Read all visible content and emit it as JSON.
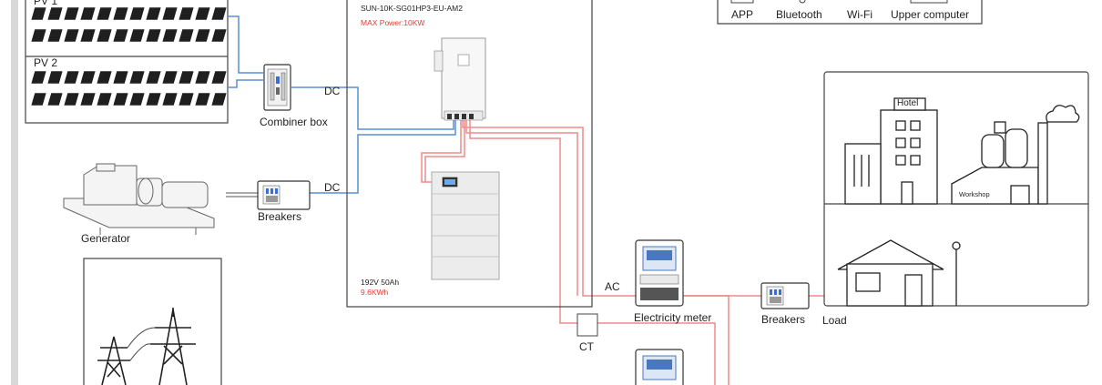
{
  "inverter": {
    "model": "SUN-10K-SG01HP3-EU-AM2",
    "max_power": "MAX Power:10KW"
  },
  "battery": {
    "spec": "192V 50Ah",
    "capacity": "9.6KWh"
  },
  "pv": {
    "string1": "PV 1",
    "string2": "PV 2"
  },
  "labels": {
    "combiner_box": "Combiner box",
    "dc_top": "DC",
    "dc_bottom": "DC",
    "ac": "AC",
    "generator": "Generator",
    "breakers_generator": "Breakers",
    "breakers_load": "Breakers",
    "load": "Load",
    "electricity_meter": "Electricity meter",
    "ct": "CT",
    "hotel": "Hotel",
    "workshop": "Workshop"
  },
  "monitoring": [
    "APP",
    "Bluetooth",
    "Wi-Fi",
    "Upper computer"
  ],
  "colors": {
    "dc_line": "#5b8fd6",
    "ac_line": "#f08a8a",
    "accent_red": "#e53935",
    "frame": "#444444"
  }
}
